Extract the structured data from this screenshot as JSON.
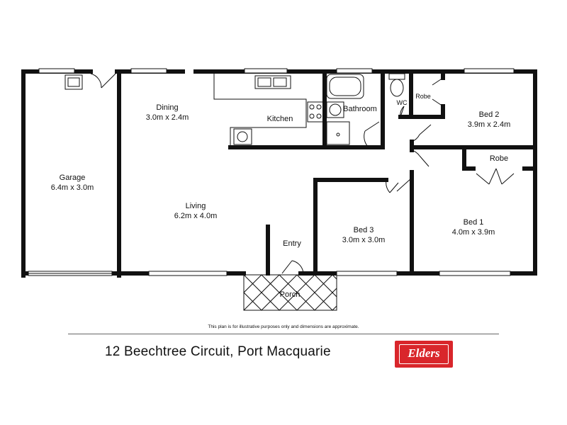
{
  "rooms": {
    "garage": {
      "name": "Garage",
      "size": "6.4m x 3.0m"
    },
    "dining": {
      "name": "Dining",
      "size": "3.0m x 2.4m"
    },
    "kitchen": {
      "name": "Kitchen"
    },
    "bathroom": {
      "name": "Bathroom"
    },
    "wc": {
      "name": "WC"
    },
    "robe_top": {
      "name": "Robe"
    },
    "bed2": {
      "name": "Bed 2",
      "size": "3.9m x 2.4m"
    },
    "robe_bed1": {
      "name": "Robe"
    },
    "living": {
      "name": "Living",
      "size": "6.2m x 4.0m"
    },
    "entry": {
      "name": "Entry"
    },
    "bed3": {
      "name": "Bed 3",
      "size": "3.0m x 3.0m"
    },
    "bed1": {
      "name": "Bed 1",
      "size": "4.0m x 3.9m"
    },
    "porch": {
      "name": "Porch"
    }
  },
  "disclaimer": "This plan is for illustrative purposes only and dimensions are approximate.",
  "address": "12 Beechtree Circuit, Port Macquarie",
  "brand": {
    "name": "Elders",
    "color": "#d9262b"
  }
}
